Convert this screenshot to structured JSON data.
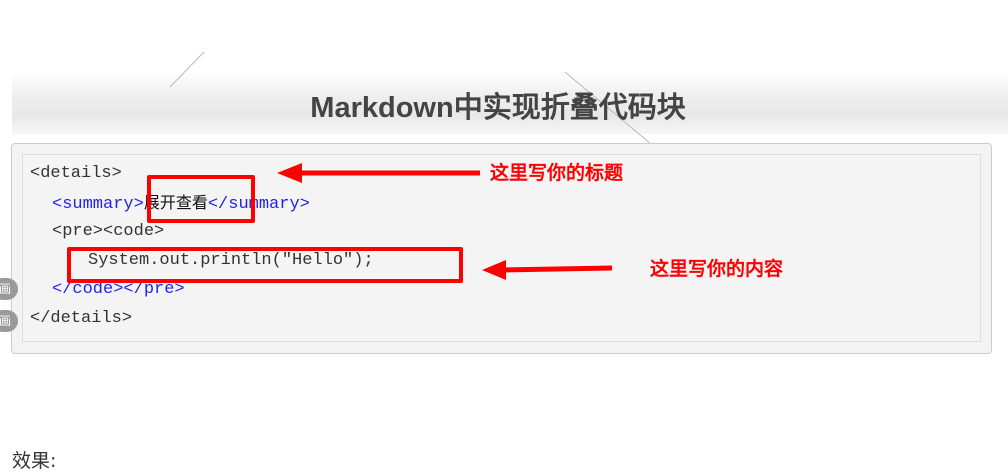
{
  "title": "Markdown中实现折叠代码块",
  "code": {
    "l1": "<details>",
    "l2_open": "<summary>",
    "l2_text": "展开查看",
    "l2_close": "</summary>",
    "l3": "<pre><code>",
    "l4": "System.out.println(\"Hello\");",
    "l5": "</code></pre>",
    "l6": "</details>"
  },
  "annotations": {
    "title_note": "这里写你的标题",
    "content_note": "这里写你的内容",
    "color": "#ff0000"
  },
  "side_badges": [
    "画",
    "画"
  ],
  "footer": "效果:"
}
